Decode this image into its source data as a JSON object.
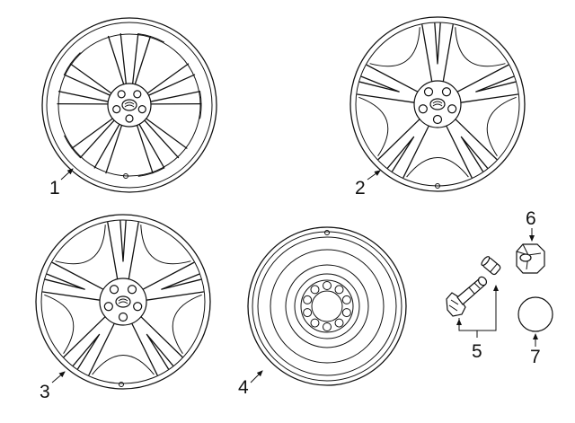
{
  "diagram": {
    "callouts": [
      {
        "id": "1",
        "label": "1"
      },
      {
        "id": "2",
        "label": "2"
      },
      {
        "id": "3",
        "label": "3"
      },
      {
        "id": "4",
        "label": "4"
      },
      {
        "id": "5",
        "label": "5"
      },
      {
        "id": "6",
        "label": "6"
      },
      {
        "id": "7",
        "label": "7"
      }
    ],
    "colors": {
      "line": "#111111",
      "background": "#ffffff"
    },
    "icons": [
      "mazda-logo-icon"
    ]
  }
}
